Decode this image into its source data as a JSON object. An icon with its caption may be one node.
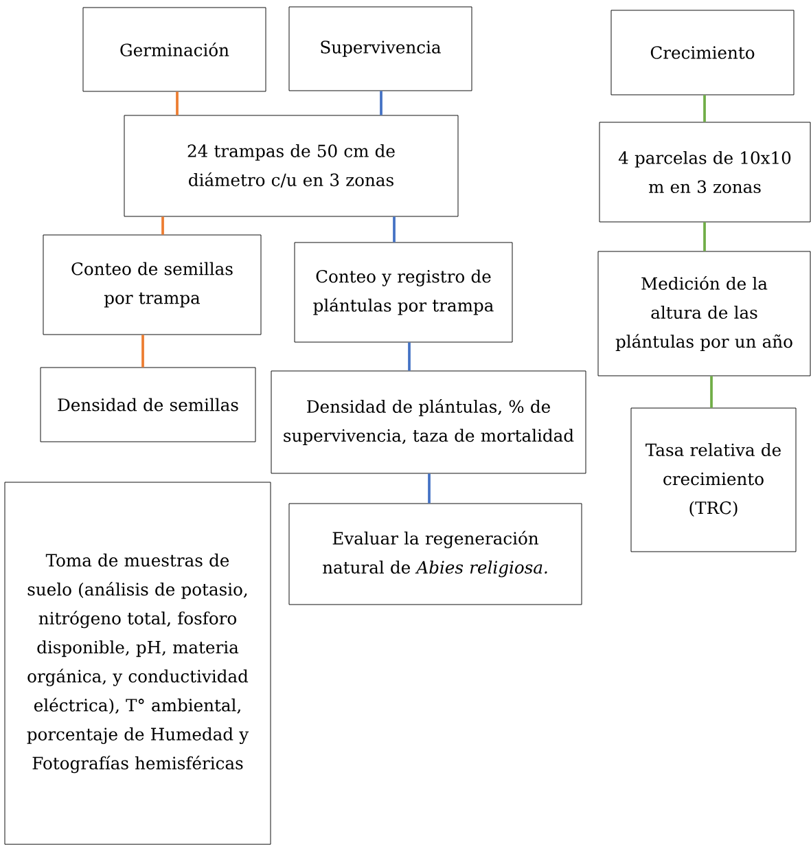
{
  "diagram": {
    "nodes": [
      {
        "text": [
          "Germinación"
        ]
      },
      {
        "text": [
          "Supervivencia"
        ]
      },
      {
        "text": [
          "Crecimiento"
        ]
      },
      {
        "text": [
          "24 trampas de 50 cm de diámetro c/u en 3 zonas"
        ]
      },
      {
        "text": [
          "4 parcelas de 10x10 m en 3 zonas"
        ]
      },
      {
        "text": [
          "Conteo de semillas por trampa"
        ]
      },
      {
        "text": [
          "Conteo y registro de plántulas por trampa"
        ]
      },
      {
        "text": [
          "Medición de la altura de las plántulas por un año"
        ]
      },
      {
        "text": [
          "Densidad de semillas"
        ]
      },
      {
        "text": [
          "Densidad de plántulas, % de supervivencia, taza de mortalidad"
        ]
      },
      {
        "text": [
          "Tasa relativa de crecimiento (TRC)"
        ]
      },
      {
        "text": [
          "Toma de muestras de suelo (análisis de potasio, nitrógeno total, fosforo disponible, pH, materia orgánica, y conductividad eléctrica), T° ambiental, porcentaje de Humedad y Fotografías hemisféricas"
        ]
      },
      {
        "text": [
          "Evaluar la regeneración natural de *Abies religiosa.*"
        ]
      }
    ],
    "edges": [
      {
        "from": 0,
        "to": 3,
        "arrow": "none",
        "color": "#ed7d31"
      },
      {
        "from": 1,
        "to": 3,
        "arrow": "none",
        "color": "#4472c4"
      },
      {
        "from": 3,
        "to": 5,
        "arrow": "none",
        "color": "#ed7d31"
      },
      {
        "from": 3,
        "to": 6,
        "arrow": "none",
        "color": "#4472c4"
      },
      {
        "from": 5,
        "to": 8,
        "arrow": "none",
        "color": "#ed7d31"
      },
      {
        "from": 6,
        "to": 9,
        "arrow": "none",
        "color": "#4472c4"
      },
      {
        "from": 9,
        "to": 12,
        "arrow": "none",
        "color": "#4472c4"
      },
      {
        "from": 2,
        "to": 4,
        "arrow": "none",
        "color": "#70ad47"
      },
      {
        "from": 4,
        "to": 7,
        "arrow": "none",
        "color": "#70ad47"
      },
      {
        "from": 7,
        "to": 10,
        "arrow": "none",
        "color": "#70ad47"
      }
    ]
  }
}
